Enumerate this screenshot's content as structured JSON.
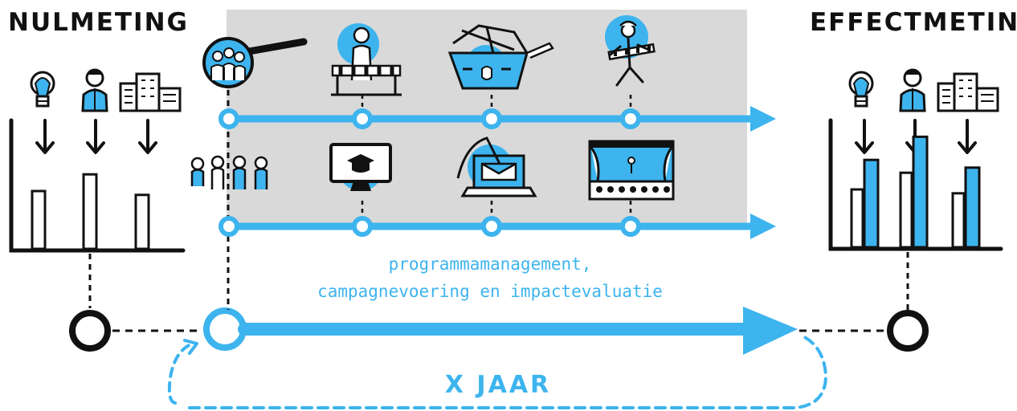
{
  "headers": {
    "left": "NULMETING",
    "right": "EFFECTMETING"
  },
  "caption": {
    "line1": "programmamanagement,",
    "line2": "campagnevoering en impactevaluatie"
  },
  "duration_label": "X JAAR",
  "colors": {
    "accent": "#3db4ee",
    "ink": "#111111",
    "panel": "#d9d9d9"
  },
  "baseline_bars": [
    0.45,
    0.58,
    0.42
  ],
  "effect_bars": [
    {
      "before": 0.45,
      "after": 0.68
    },
    {
      "before": 0.58,
      "after": 0.86
    },
    {
      "before": 0.42,
      "after": 0.62
    }
  ],
  "icons": {
    "baseline": [
      "lightbulb-icon",
      "person-icon",
      "building-icon"
    ],
    "effect": [
      "lightbulb-icon",
      "person-icon",
      "building-icon"
    ],
    "track_top": [
      "magnifier-group-icon",
      "person-at-barrier-icon",
      "toolbox-icon",
      "person-lifting-barrier-icon"
    ],
    "track_bottom": [
      "group-of-people-icon",
      "monitor-graduation-icon",
      "laptop-phishing-icon",
      "theatre-stage-icon"
    ]
  }
}
